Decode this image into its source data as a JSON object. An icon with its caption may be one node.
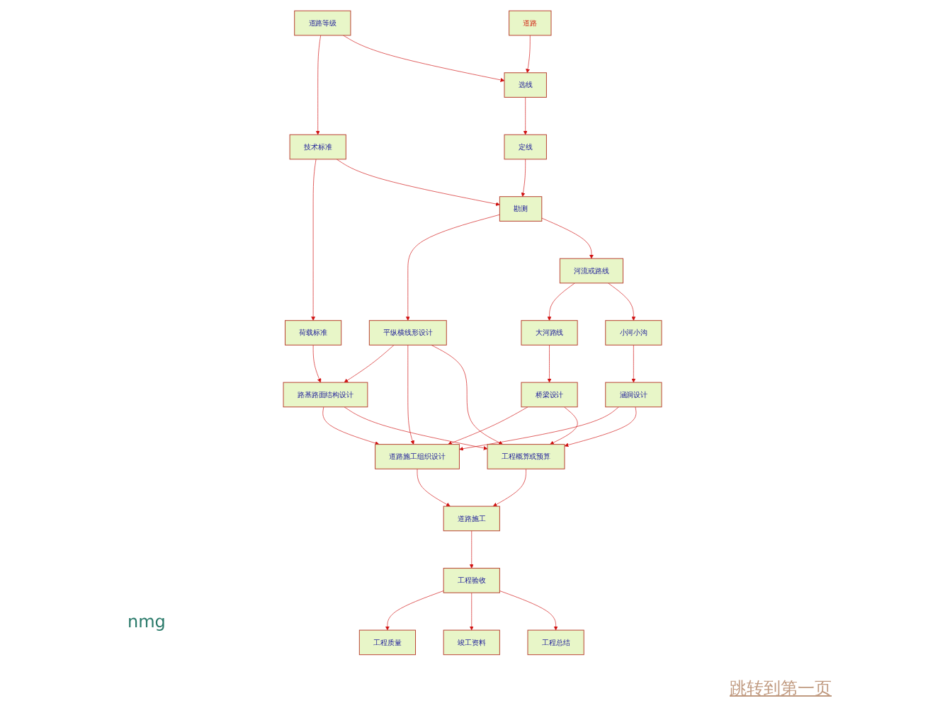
{
  "diagram": {
    "nodes": [
      {
        "text": [
          "道路等级"
        ]
      },
      {
        "text": [
          "技术标准"
        ]
      },
      {
        "text": [
          "荷载标准"
        ]
      },
      {
        "text": [
          "道路"
        ]
      },
      {
        "text": [
          "选线"
        ]
      },
      {
        "text": [
          "定线"
        ]
      },
      {
        "text": [
          "勘测"
        ]
      },
      {
        "text": [
          "平纵横线形设计"
        ]
      },
      {
        "text": [
          "路基路面结构设计"
        ]
      },
      {
        "text": [
          "桥梁设计"
        ]
      },
      {
        "text": [
          "大河路线"
        ]
      },
      {
        "text": [
          "河流或路线"
        ]
      },
      {
        "text": [
          "小河小沟"
        ]
      },
      {
        "text": [
          "涵洞设计"
        ]
      },
      {
        "text": [
          "道路施工组织设计"
        ]
      },
      {
        "text": [
          "工程概算或预算"
        ]
      },
      {
        "text": [
          "道路施工"
        ]
      },
      {
        "text": [
          "工程质量"
        ]
      },
      {
        "text": [
          "工程验收"
        ]
      },
      {
        "text": [
          "竣工资料"
        ]
      },
      {
        "text": [
          "工程总结"
        ]
      }
    ],
    "edges": [
      {
        "from": 0,
        "to": 1,
        "arrow": "to"
      },
      {
        "from": 1,
        "to": 2,
        "arrow": "to"
      },
      {
        "from": 0,
        "to": 4,
        "arrow": "to"
      },
      {
        "from": 1,
        "to": 6,
        "arrow": "to"
      },
      {
        "from": 2,
        "to": 8,
        "arrow": "to"
      },
      {
        "from": 3,
        "to": 4,
        "arrow": "to"
      },
      {
        "from": 4,
        "to": 5,
        "arrow": "to"
      },
      {
        "from": 5,
        "to": 6,
        "arrow": "to"
      },
      {
        "from": 6,
        "to": 7,
        "arrow": "to"
      },
      {
        "from": 7,
        "to": 8,
        "arrow": "to"
      },
      {
        "from": 6,
        "to": 11,
        "arrow": "to"
      },
      {
        "from": 11,
        "to": 10,
        "arrow": "to"
      },
      {
        "from": 10,
        "to": 9,
        "arrow": "to"
      },
      {
        "from": 11,
        "to": 12,
        "arrow": "to"
      },
      {
        "from": 12,
        "to": 13,
        "arrow": "to"
      },
      {
        "from": 9,
        "to": 14,
        "arrow": "to"
      },
      {
        "from": 7,
        "to": 14,
        "arrow": "to"
      },
      {
        "from": 13,
        "to": 14,
        "arrow": "to"
      },
      {
        "from": 8,
        "to": 14,
        "arrow": "to"
      },
      {
        "from": 9,
        "to": 15,
        "arrow": "to"
      },
      {
        "from": 7,
        "to": 15,
        "arrow": "to"
      },
      {
        "from": 13,
        "to": 15,
        "arrow": "to"
      },
      {
        "from": 8,
        "to": 15,
        "arrow": "to"
      },
      {
        "from": 14,
        "to": 16,
        "arrow": "to"
      },
      {
        "from": 15,
        "to": 16,
        "arrow": "to"
      },
      {
        "from": 16,
        "to": 18,
        "arrow": "to"
      },
      {
        "from": 18,
        "to": 17,
        "arrow": "to"
      },
      {
        "from": 18,
        "to": 19,
        "arrow": "to"
      },
      {
        "from": 18,
        "to": 20,
        "arrow": "to"
      }
    ],
    "labels": [
      "nmg",
      "跳转到第一页"
    ]
  }
}
